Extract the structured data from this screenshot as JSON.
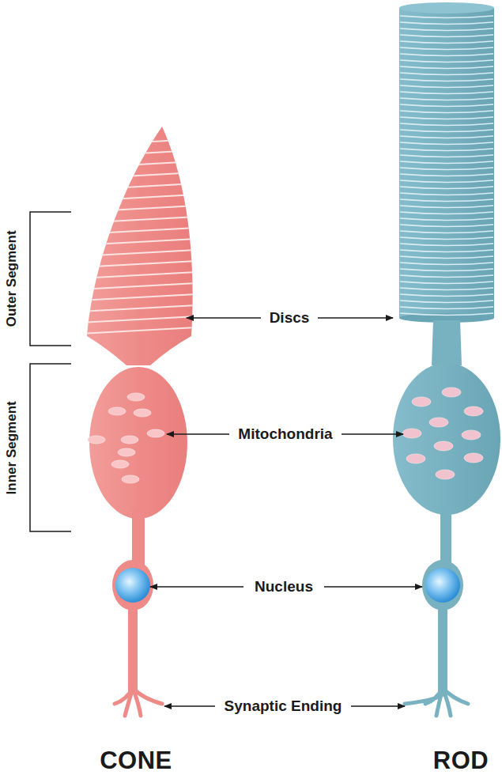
{
  "diagram": {
    "labels": [
      "Outer Segment",
      "Discs",
      "Inner Segment",
      "Mitochondria",
      "Nucleus",
      "Synaptic Ending",
      "CONE",
      "ROD"
    ]
  }
}
